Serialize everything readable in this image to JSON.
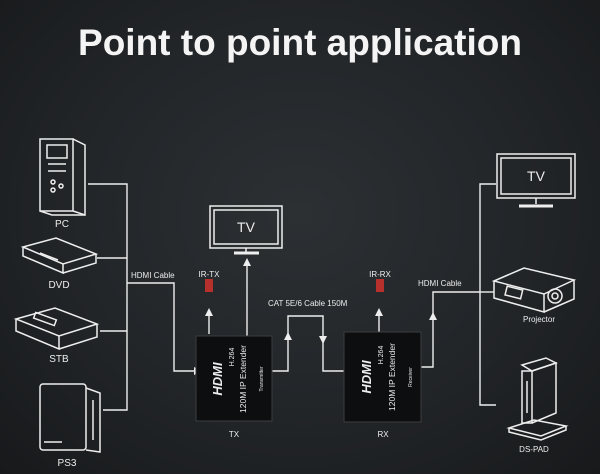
{
  "title": "Point to point application",
  "sources": [
    "PC",
    "DVD",
    "STB",
    "PS3"
  ],
  "sinks": {
    "tv_top": "TV",
    "tv_right": "TV",
    "projector": "Projector",
    "dspad": "DS-PAD"
  },
  "cables": {
    "hdmi_in": "HDMI Cable",
    "hdmi_out": "HDMI Cable",
    "cat": "CAT 5E/6 Cable 150M"
  },
  "ports": {
    "ir_tx": "IR-TX",
    "ir_rx": "IR-RX"
  },
  "devices": {
    "tx": {
      "caption": "TX",
      "brand": "HDMI",
      "codec": "H.264",
      "model": "120M IP Extender",
      "role": "Transmitter"
    },
    "rx": {
      "caption": "RX",
      "brand": "HDMI",
      "codec": "H.264",
      "model": "120M IP Extender",
      "role": "Receiver"
    }
  },
  "colors": {
    "ir_accent": "#b8302b",
    "line": "#eeeeee",
    "device": "#0d0e0f"
  }
}
